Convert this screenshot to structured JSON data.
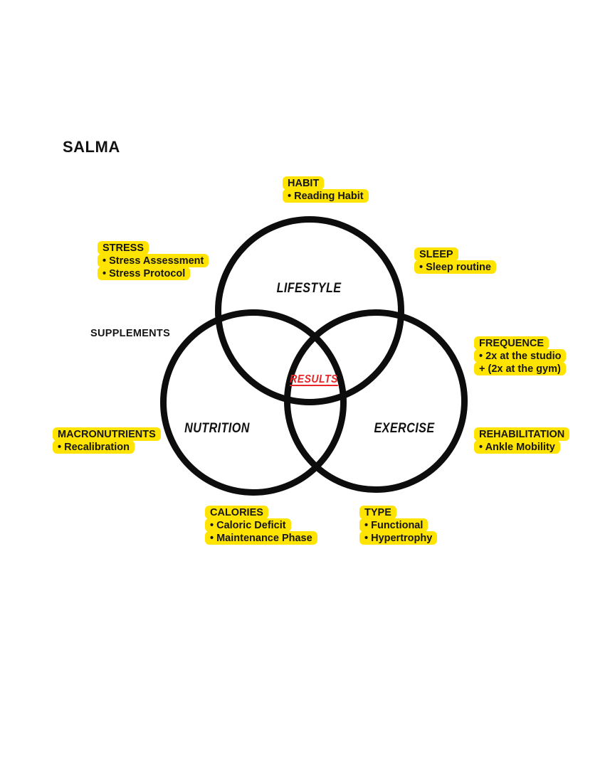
{
  "page": {
    "title": "SALMA",
    "background": "#ffffff"
  },
  "colors": {
    "highlight_yellow": "#ffe402",
    "results_red": "#e92528",
    "circle_stroke": "#0d0d0d",
    "text": "#161616"
  },
  "venn": {
    "circles": [
      {
        "id": "lifestyle",
        "label": "LIFESTYLE"
      },
      {
        "id": "nutrition",
        "label": "NUTRITION"
      },
      {
        "id": "exercise",
        "label": "EXERCISE"
      }
    ],
    "center_label": "RESULTS"
  },
  "labels": {
    "habit": {
      "title": "HABIT",
      "items": [
        "• Reading Habit"
      ],
      "highlighted": true
    },
    "stress": {
      "title": "STRESS",
      "items": [
        "• Stress Assessment",
        "• Stress Protocol"
      ],
      "highlighted": true
    },
    "sleep": {
      "title": "SLEEP",
      "items": [
        "• Sleep routine"
      ],
      "highlighted": true
    },
    "supplements": {
      "title": "SUPPLEMENTS",
      "items": [],
      "highlighted": false
    },
    "frequence": {
      "title": "FREQUENCE",
      "items": [
        "• 2x at the studio",
        "+ (2x at the gym)"
      ],
      "highlighted": true
    },
    "macronutrients": {
      "title": "MACRONUTRIENTS",
      "items": [
        "• Recalibration"
      ],
      "highlighted": true
    },
    "rehabilitation": {
      "title": "REHABILITATION",
      "items": [
        "• Ankle Mobility"
      ],
      "highlighted": true
    },
    "calories": {
      "title": "CALORIES",
      "items": [
        "• Caloric Deficit",
        "• Maintenance Phase"
      ],
      "highlighted": true
    },
    "type": {
      "title": "TYPE",
      "items": [
        "• Functional",
        "• Hypertrophy"
      ],
      "highlighted": true
    }
  }
}
